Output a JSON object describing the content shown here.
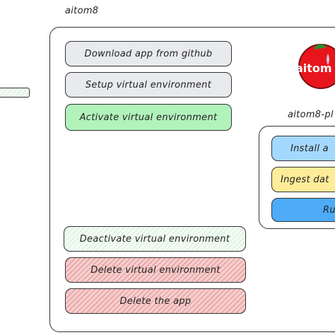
{
  "labels": {
    "main": "aitom8",
    "plugin": "aitom8-pl"
  },
  "main_steps": [
    "Download app from github",
    "Setup virtual environment",
    "Activate virtual environment",
    "Deactivate virtual environment",
    "Delete virtual environment",
    "Delete the app"
  ],
  "plugin_steps": [
    "Install a",
    "Ingest dat",
    "Ru"
  ],
  "logo": {
    "text": "aitom",
    "color": "#e8161c"
  },
  "colors": {
    "gray": "#e8eaed",
    "green": "#b2f2bb",
    "red": "#f6d0d0",
    "light_blue": "#a5d8ff",
    "yellow": "#ffec99",
    "blue": "#4dabf7"
  }
}
